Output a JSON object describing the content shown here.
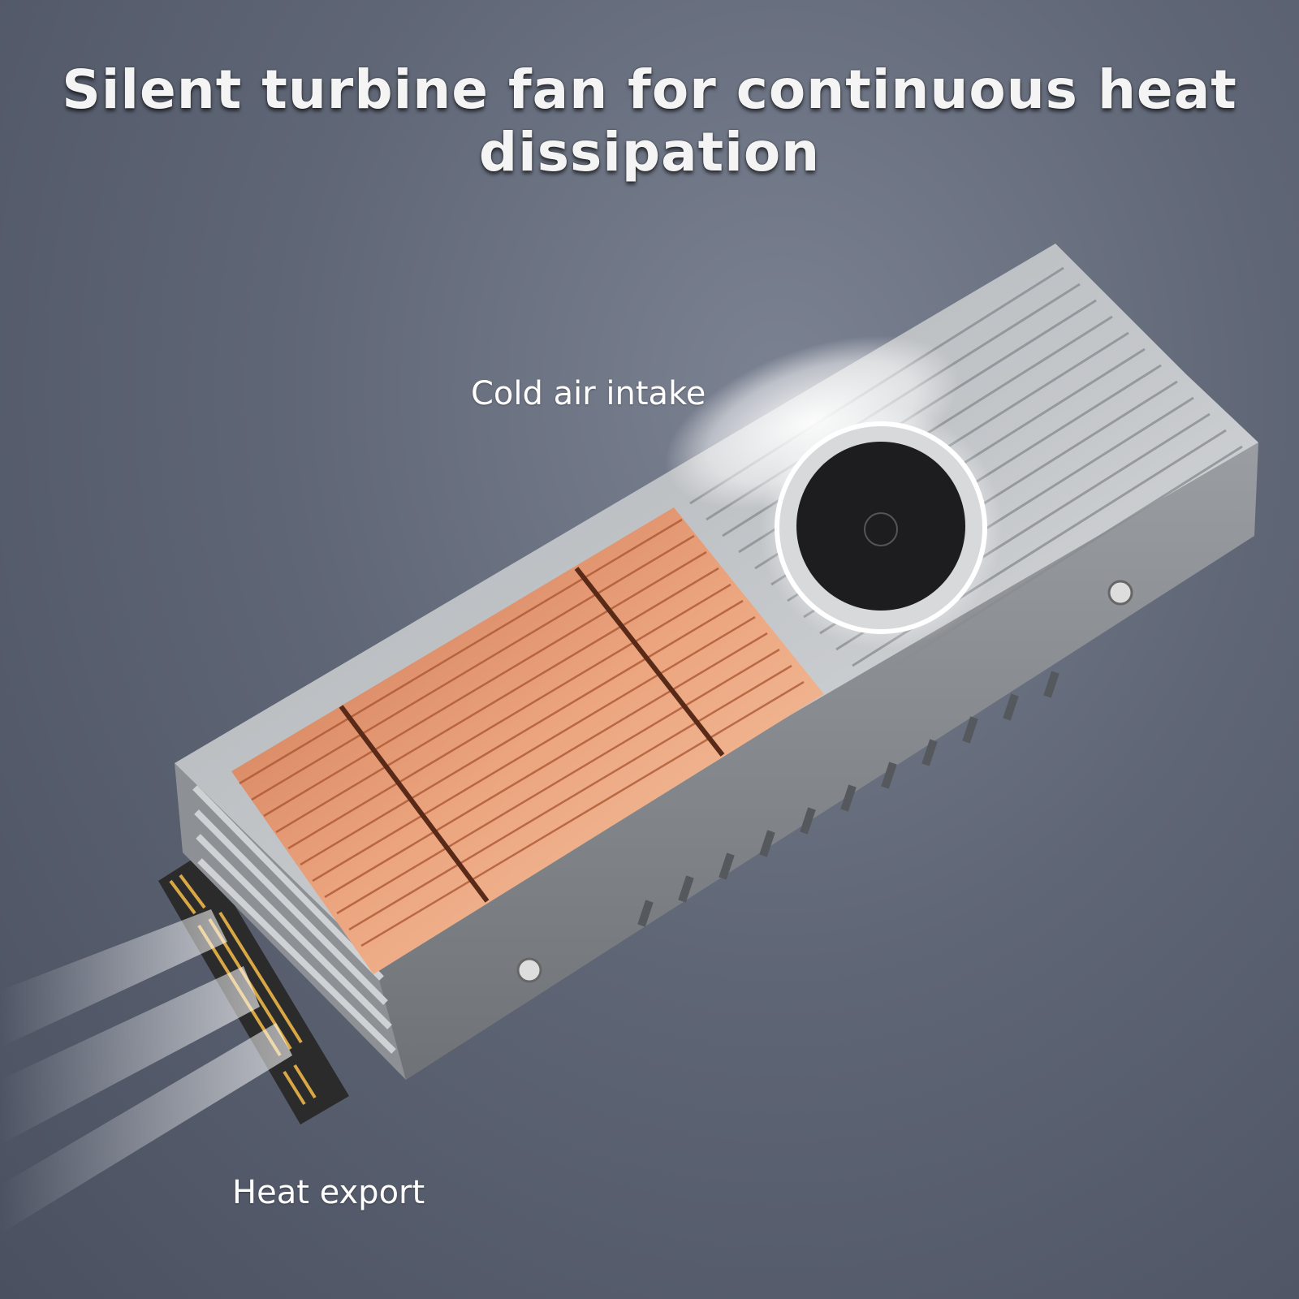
{
  "title": "Silent turbine fan for continuous heat dissipation",
  "labels": {
    "cold_air": "Cold air intake",
    "heat_export": "Heat export"
  },
  "colors": {
    "background": "#5f6676",
    "aluminum": "#b9bcbf",
    "copper": "#e0926a",
    "fan": "#1d1d1f"
  }
}
